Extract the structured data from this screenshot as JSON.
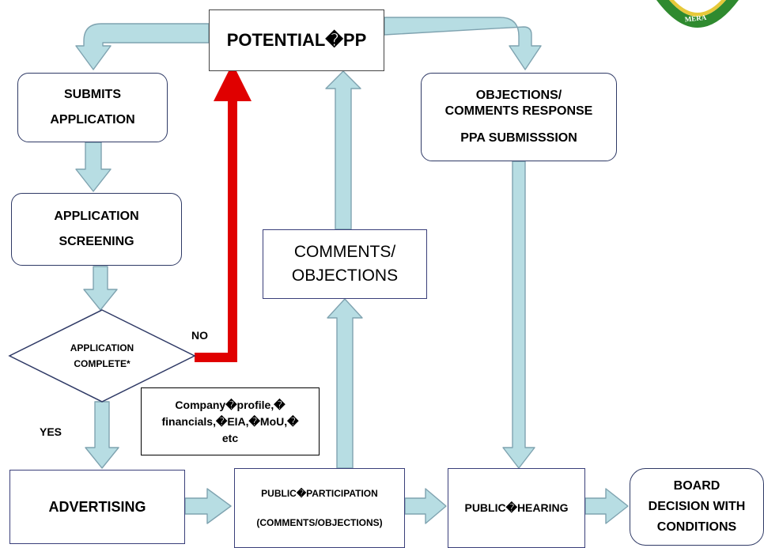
{
  "nodes": {
    "potential": "POTENTIAL�PP",
    "submits": [
      "SUBMITS",
      "APPLICATION"
    ],
    "screening": [
      "APPLICATION",
      "SCREENING"
    ],
    "decision": [
      "APPLICATION",
      "COMPLETE*"
    ],
    "objections": [
      "OBJECTIONS/",
      "COMMENTS RESPONSE",
      "PPA SUBMISSSION"
    ],
    "comments": [
      "COMMENTS/",
      "OBJECTIONS"
    ],
    "notes": [
      "Company�profile,�",
      "financials,�EIA,�MoU,�",
      "etc"
    ],
    "advertising": "ADVERTISING",
    "participation": [
      "PUBLIC�PARTICIPATION",
      "(COMMENTS/OBJECTIONS)"
    ],
    "hearing": "PUBLIC�HEARING",
    "board": [
      "BOARD",
      "DECISION WITH",
      "CONDITIONS"
    ]
  },
  "labels": {
    "no": "NO",
    "yes": "YES"
  },
  "seal_text": "MERA",
  "colors": {
    "flow_arrow_fill": "#b7dde3",
    "flow_arrow_stroke": "#7fa3b0",
    "reject_arrow": "#e00000",
    "box_border": "#2f3a66",
    "seal_green": "#2f8a2f",
    "seal_yellow": "#e6c93a"
  }
}
